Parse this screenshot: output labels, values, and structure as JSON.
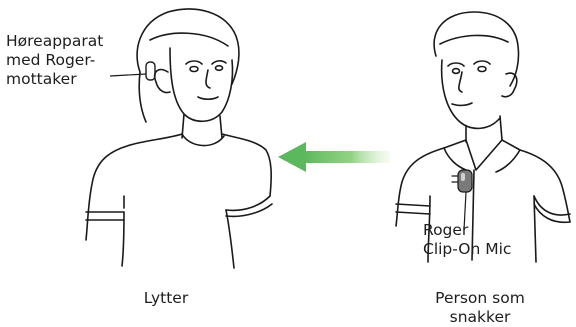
{
  "labels": {
    "hearing_aid": [
      "Høreapparat",
      "med Roger-",
      "mottaker"
    ],
    "microphone": [
      "Roger",
      "Clip-On Mic"
    ],
    "listener": "Lytter",
    "speaker": [
      "Person som",
      "snakker"
    ]
  },
  "colors": {
    "line": "#1a1a1a",
    "arrow": "#5cb85c",
    "text": "#1e1e1e"
  }
}
